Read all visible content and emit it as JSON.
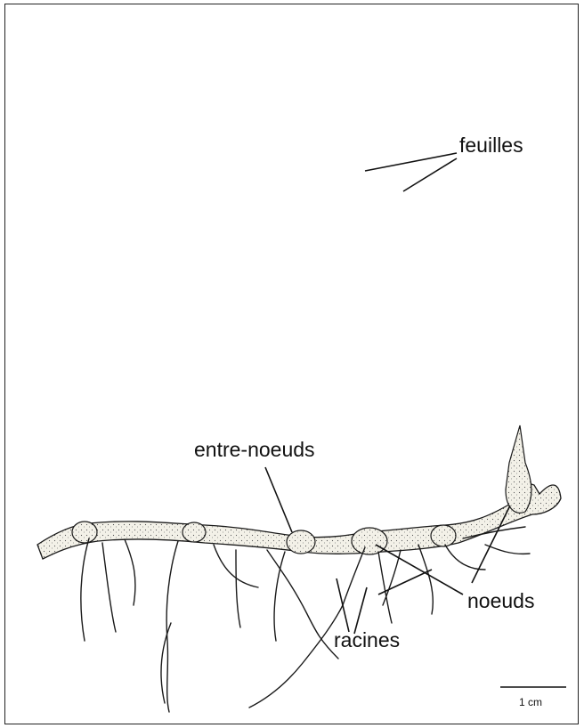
{
  "labels": {
    "leaves": "feuilles",
    "internodes": "entre-noeuds",
    "nodes": "noeuds",
    "roots": "racines"
  },
  "scale": {
    "text": "1 cm"
  },
  "colors": {
    "ink": "#1a1a1a",
    "paper": "#ffffff",
    "plant_fill": "#f4f2ea"
  }
}
